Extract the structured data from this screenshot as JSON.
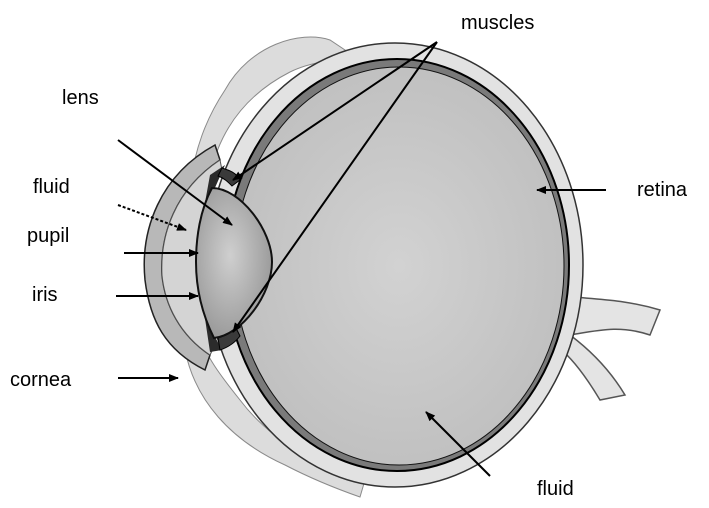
{
  "labels": {
    "muscles": "muscles",
    "lens": "lens",
    "fluid_front": "fluid",
    "pupil": "pupil",
    "iris": "iris",
    "cornea": "cornea",
    "retina": "retina",
    "fluid_back": "fluid"
  },
  "colors": {
    "background": "#ffffff",
    "outline": "#000000",
    "interior": "#c8c8c8",
    "sclera": "#e2e2e2",
    "tissue": "#9a9a9a"
  }
}
